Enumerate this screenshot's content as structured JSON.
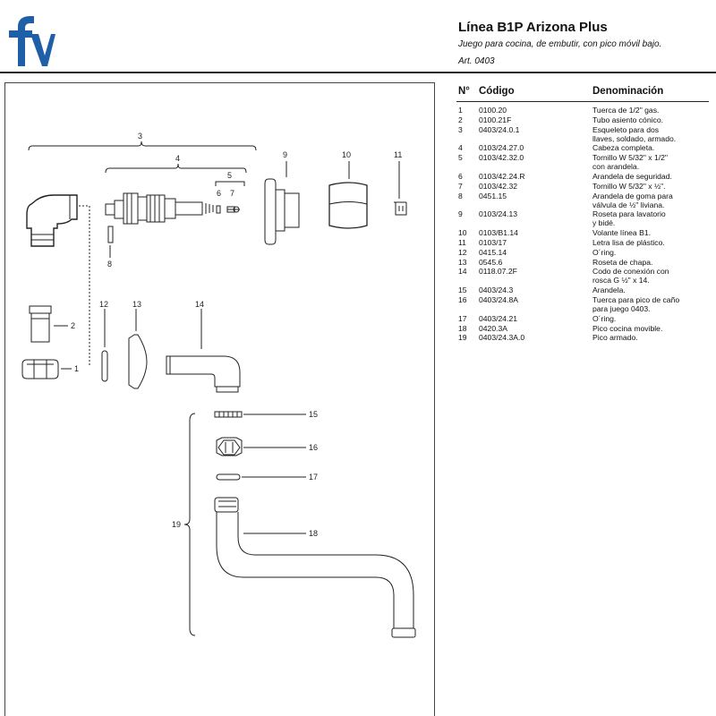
{
  "header": {
    "title": "Línea B1P Arizona Plus",
    "subtitle": "Juego para cocina, de embutir, con pico móvil bajo.",
    "article": "Art. 0403"
  },
  "brand": {
    "color": "#1f5fa8"
  },
  "table": {
    "headers": {
      "n": "N°",
      "code": "Código",
      "name": "Denominación"
    },
    "rows": [
      {
        "n": "1",
        "code": "0100.20",
        "name": [
          "Tuerca de 1/2\" gas."
        ]
      },
      {
        "n": "2",
        "code": "0100.21F",
        "name": [
          "Tubo asiento cónico."
        ]
      },
      {
        "n": "3",
        "code": "0403/24.0.1",
        "name": [
          "Esqueleto para dos",
          "llaves, soldado, armado."
        ]
      },
      {
        "n": "4",
        "code": "0103/24.27.0",
        "name": [
          "Cabeza completa."
        ]
      },
      {
        "n": "5",
        "code": "0103/42.32.0",
        "name": [
          "Tornillo W 5/32\" x 1/2\"",
          "con arandela."
        ]
      },
      {
        "n": "6",
        "code": "0103/42.24.R",
        "name": [
          "Arandela de seguridad."
        ]
      },
      {
        "n": "7",
        "code": "0103/42.32",
        "name": [
          "Tornillo W 5/32\" x ½\"."
        ]
      },
      {
        "n": "8",
        "code": "0451.15",
        "name": [
          "Arandela de goma para",
          "válvula de ½\" liviana."
        ]
      },
      {
        "n": "9",
        "code": "0103/24.13",
        "name": [
          "Roseta para lavatorio",
          "y bidé."
        ]
      },
      {
        "n": "10",
        "code": "0103/B1.14",
        "name": [
          "Volante línea B1."
        ]
      },
      {
        "n": "11",
        "code": "0103/17",
        "name": [
          "Letra lisa de plástico."
        ]
      },
      {
        "n": "12",
        "code": "0415.14",
        "name": [
          "O´ring."
        ]
      },
      {
        "n": "13",
        "code": "0545.6",
        "name": [
          "Roseta de chapa."
        ]
      },
      {
        "n": "14",
        "code": "0118.07.2F",
        "name": [
          "Codo de conexión con",
          "rosca G ½\" x 14."
        ]
      },
      {
        "n": "15",
        "code": "0403/24.3",
        "name": [
          "Arandela."
        ]
      },
      {
        "n": "16",
        "code": "0403/24.8A",
        "name": [
          "Tuerca para pico de caño",
          "para juego 0403."
        ]
      },
      {
        "n": "17",
        "code": "0403/24.21",
        "name": [
          "O´ring."
        ]
      },
      {
        "n": "18",
        "code": "0420.3A",
        "name": [
          "Pico cocina movible."
        ]
      },
      {
        "n": "19",
        "code": "0403/24.3A.0",
        "name": [
          "Pico armado."
        ]
      }
    ]
  },
  "callouts": {
    "c1": "1",
    "c2": "2",
    "c3": "3",
    "c4": "4",
    "c5": "5",
    "c6": "6",
    "c7": "7",
    "c8": "8",
    "c9": "9",
    "c10": "10",
    "c11": "11",
    "c12": "12",
    "c13": "13",
    "c14": "14",
    "c15": "15",
    "c16": "16",
    "c17": "17",
    "c18": "18",
    "c19": "19"
  }
}
